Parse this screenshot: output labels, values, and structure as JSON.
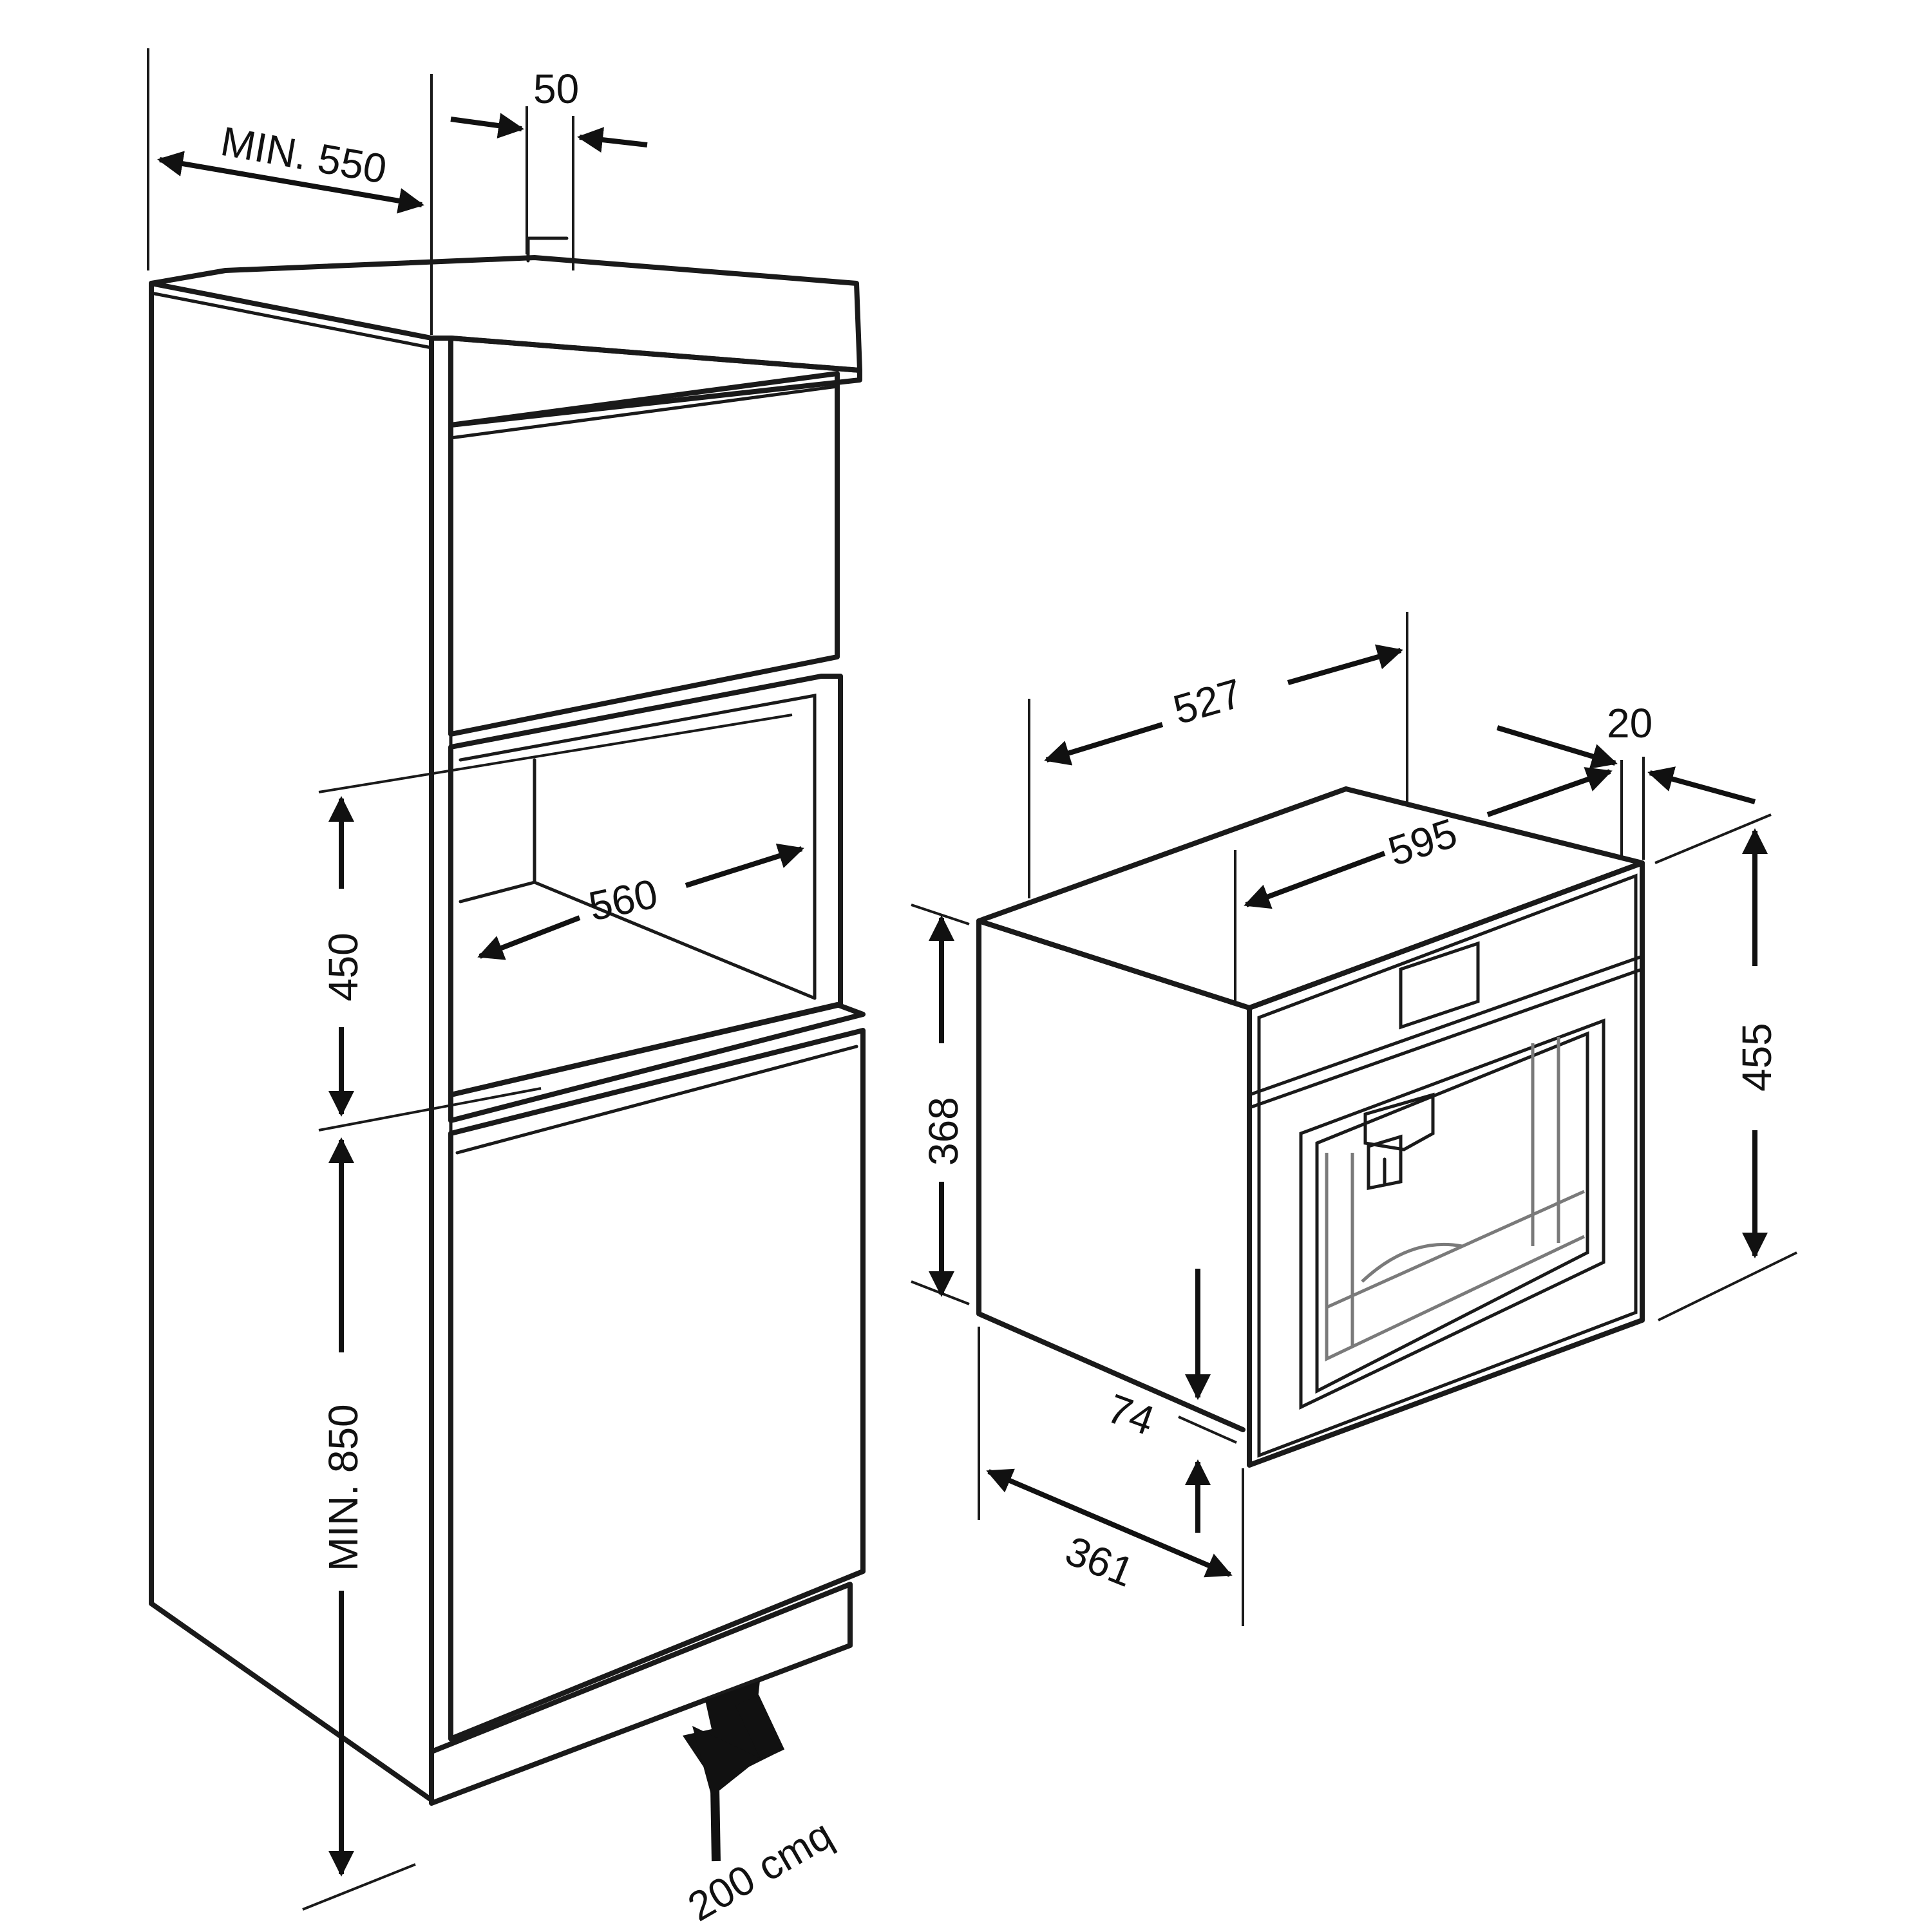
{
  "dimensions": {
    "cabinet_depth": "MIN. 550",
    "vent_gap": "50",
    "niche_height": "450",
    "niche_width": "560",
    "base_height": "MIN. 850",
    "ventilation_area": "200 cmq",
    "appliance_depth": "527",
    "appliance_width": "595",
    "panel_thickness": "20",
    "appliance_height": "455",
    "body_height": "368",
    "front_offset": "74",
    "front_depth": "361"
  }
}
